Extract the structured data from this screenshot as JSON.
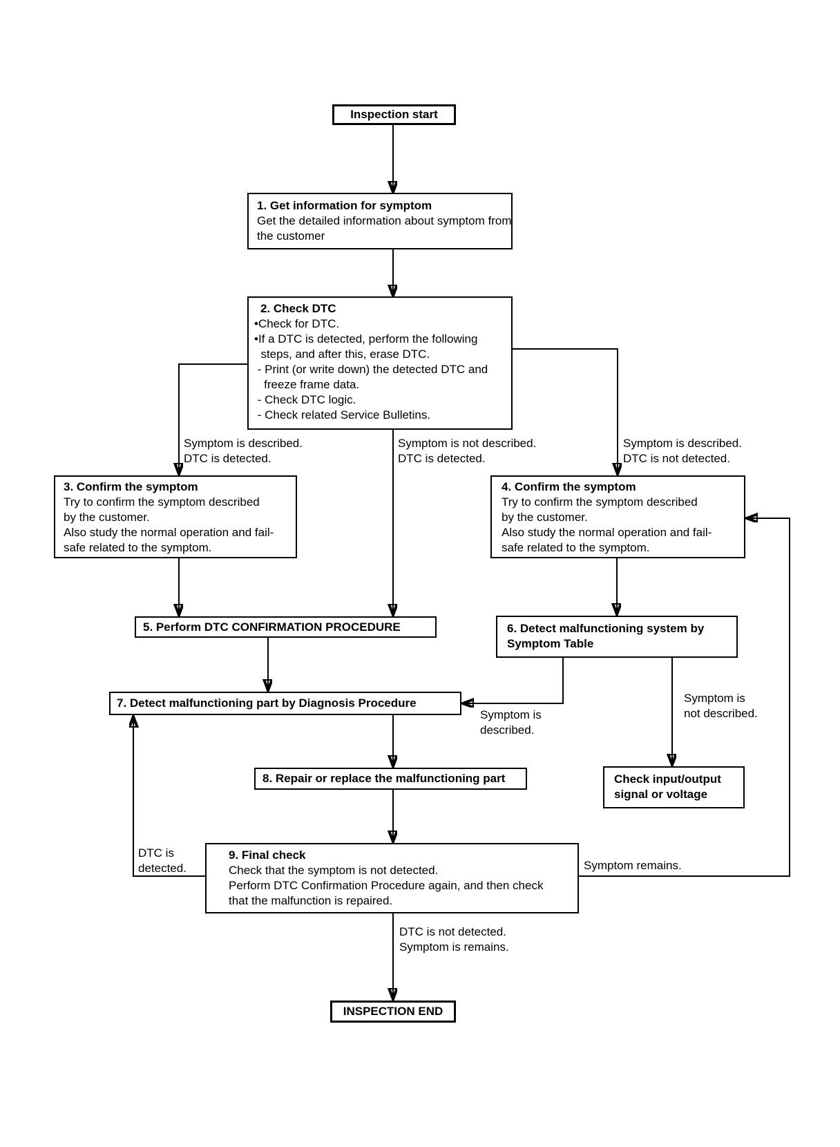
{
  "diagram": {
    "start_label": "Inspection start",
    "end_label": "INSPECTION END",
    "nodes": {
      "n1": {
        "title": "1. Get information for symptom",
        "body": [
          "Get the detailed information about symptom from",
          "the customer"
        ]
      },
      "n2": {
        "title": "2. Check DTC",
        "body": [
          "•Check for DTC.",
          "•If a DTC is detected, perform the following",
          "  steps, and after this, erase DTC.",
          " - Print (or write down) the detected DTC and",
          "   freeze frame data.",
          " - Check DTC logic.",
          " - Check related Service Bulletins."
        ]
      },
      "n3": {
        "title": "3. Confirm the symptom",
        "body": [
          "Try to confirm the symptom described",
          "by the customer.",
          "Also study the normal operation and fail-",
          "safe related to the symptom."
        ]
      },
      "n4": {
        "title": "4. Confirm the symptom",
        "body": [
          "Try to confirm the symptom described",
          "by the customer.",
          "Also study the normal operation and fail-",
          "safe related to the symptom."
        ]
      },
      "n5": {
        "title": "5. Perform DTC CONFIRMATION PROCEDURE"
      },
      "n6": {
        "title": [
          "6. Detect malfunctioning system by",
          "Symptom Table"
        ]
      },
      "n7": {
        "title": "7. Detect malfunctioning part by Diagnosis Procedure"
      },
      "n8": {
        "title": "8. Repair or replace the malfunctioning part"
      },
      "n9": {
        "title": "9. Final check",
        "body": [
          "Check that the symptom is not detected.",
          "Perform DTC Confirmation Procedure again, and then check",
          "that the malfunction is repaired."
        ]
      },
      "check_io": {
        "title": [
          "Check input/output",
          "signal or voltage"
        ]
      }
    },
    "labels": {
      "branch_left": [
        "Symptom is described.",
        "DTC is detected."
      ],
      "branch_mid": [
        "Symptom is not described.",
        "DTC is detected."
      ],
      "branch_right": [
        "Symptom is described.",
        "DTC is not detected."
      ],
      "symptom_described": [
        "Symptom is",
        "described."
      ],
      "symptom_not_described": [
        "Symptom is",
        "not described."
      ],
      "dtc_detected": [
        "DTC is",
        "detected."
      ],
      "symptom_remains": "Symptom remains.",
      "dtc_not_detected": [
        "DTC is not detected.",
        "Symptom is remains."
      ]
    },
    "colors": {
      "line": "#000000",
      "background": "#ffffff"
    }
  }
}
